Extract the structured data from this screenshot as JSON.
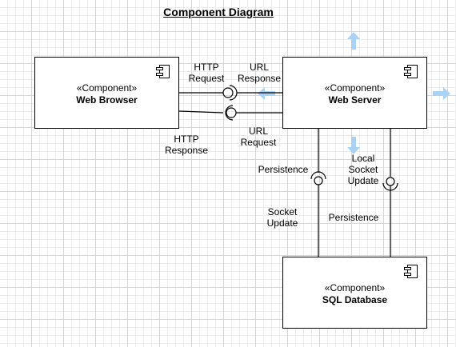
{
  "title": "Component Diagram",
  "components": {
    "web_browser": {
      "stereotype": "«Component»",
      "name": "Web Browser"
    },
    "web_server": {
      "stereotype": "«Component»",
      "name": "Web Server"
    },
    "sql_database": {
      "stereotype": "«Component»",
      "name": "SQL Database"
    }
  },
  "labels": {
    "http_request": "HTTP\nRequest",
    "url_response": "URL\nResponse",
    "http_response": "HTTP\nResponse",
    "url_request": "URL\nRequest",
    "persistence_left": "Persistence",
    "local_socket_update": "Local\nSocket\nUpdate",
    "socket_update": "Socket\nUpdate",
    "persistence_right": "Persistence"
  },
  "colors": {
    "line": "#000000",
    "grid": "#d6d6d6",
    "ghost_arrow": "#a9d2f5"
  }
}
